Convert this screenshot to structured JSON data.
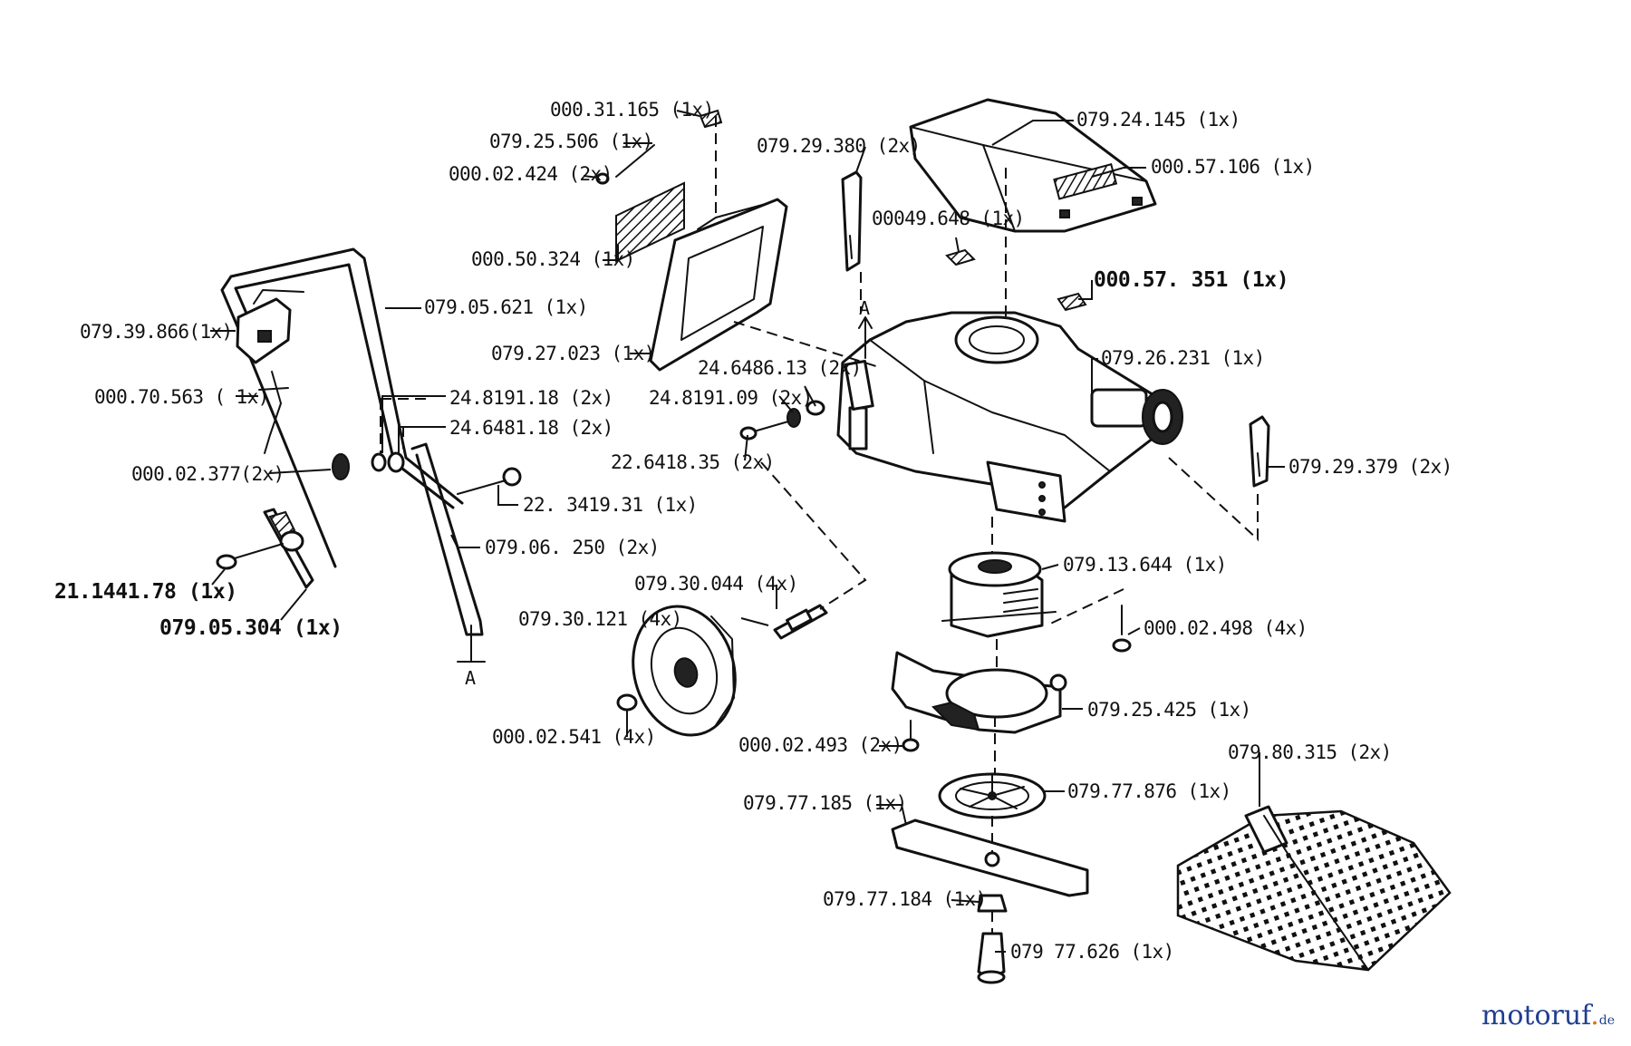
{
  "diagram": {
    "labels": [
      "000.31.165  (1x)",
      "079.25.506  (1x)",
      "000.02.424 (2x)",
      "000.50.324  (1x)",
      "079.24.145   (1x)",
      "000.57.106   (1x)",
      "079.29.380   (2x)",
      "00049.648  (1x)",
      "000.57. 351 (1x)",
      "079.05.621 (1x)",
      "079.39.866(1x)",
      "079.27.023  (1x)",
      "079.26.231  (1x)",
      "24.6486.13  (2x)",
      "24.8191.09  (2x)",
      "000.70.563 ( 1x)",
      "24.8191.18   (2x)",
      "24.6481.18   (2x)",
      "22.6418.35   (2x)",
      "079.29.379   (2x)",
      "000.02.377(2x)",
      "22. 3419.31   (1x)",
      "079.06. 250   (2x)",
      "079.13.644 (1x)",
      "21.1441.78  (1x)",
      "079.30.044   (4x)",
      "079.05.304 (1x)",
      "079.30.121  (4x)",
      "000.02.498 (4x)",
      "079.25.425   (1x)",
      "000.02.541  (4x)",
      "000.02.493  (2x)",
      "079.80.315  (2x)",
      "079.77.185   (1x)",
      "079.77.876  (1x)",
      "079.77.184  (1x)",
      "079 77.626  (1x)"
    ],
    "section_marks": [
      "A",
      "A"
    ]
  },
  "watermark": {
    "main": "motoruf",
    "dot": ".",
    "tld": "de"
  }
}
